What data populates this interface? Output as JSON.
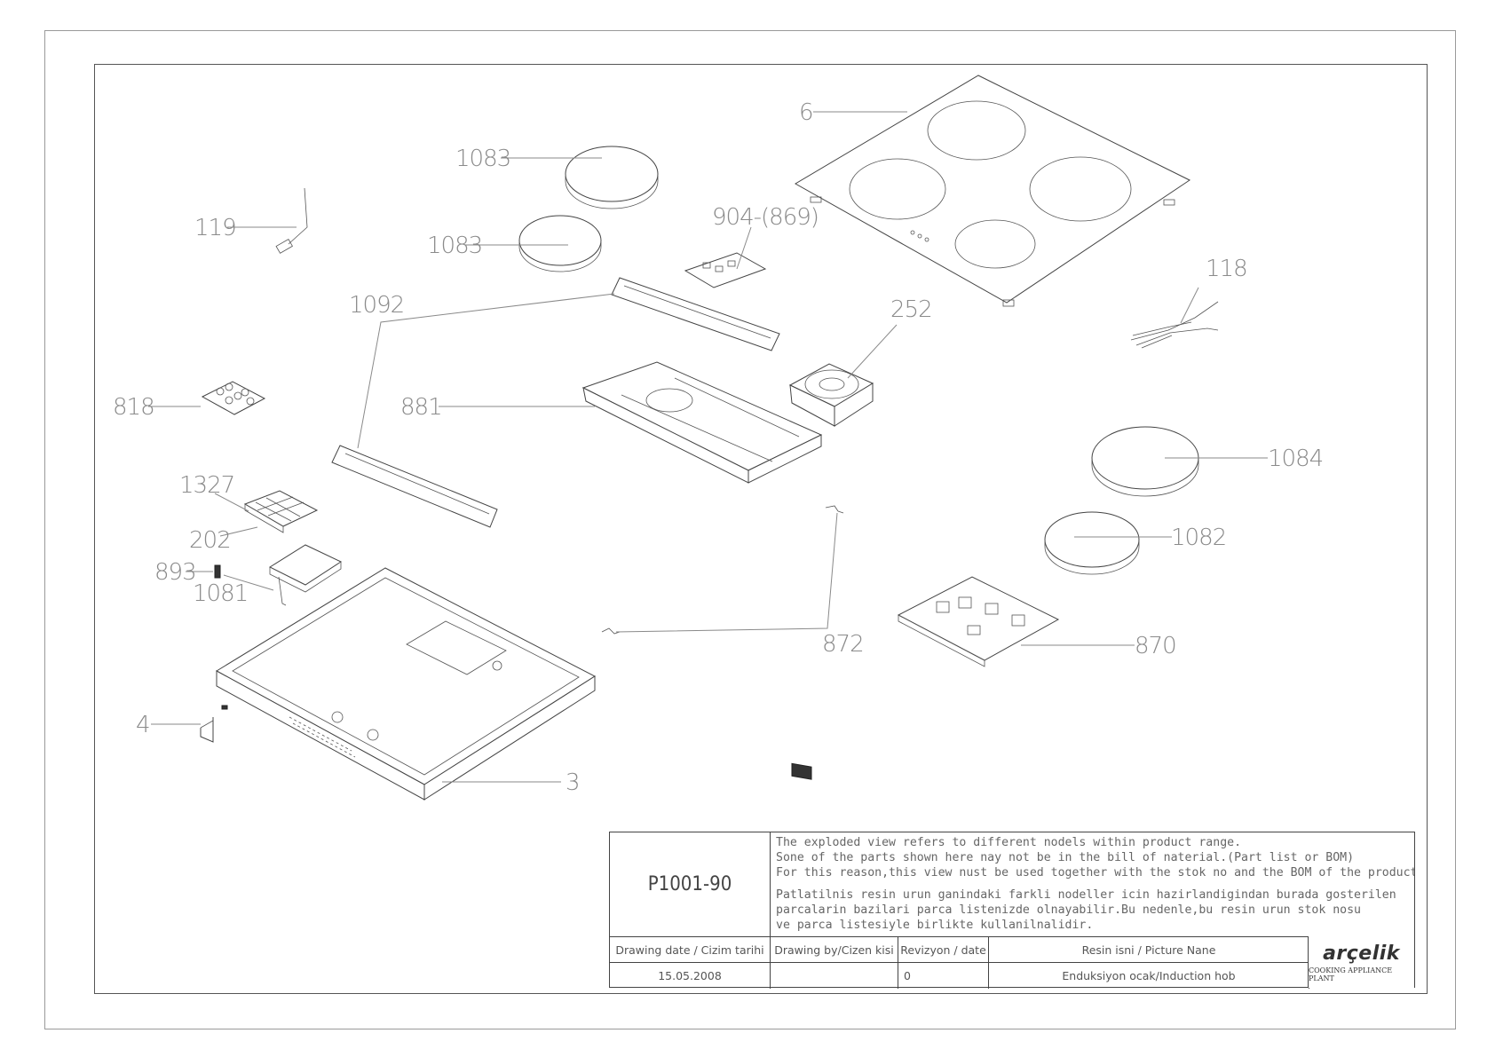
{
  "callouts": {
    "c6": "6",
    "c1083a": "1083",
    "c1083b": "1083",
    "c904": "904-(869)",
    "c119": "119",
    "c1092": "1092",
    "c252": "252",
    "c118": "118",
    "c818": "818",
    "c881": "881",
    "c1084": "1084",
    "c1327": "1327",
    "c202": "202",
    "c1082": "1082",
    "c893": "893",
    "c1081": "1081",
    "c872": "872",
    "c870": "870",
    "c4": "4",
    "c3": "3"
  },
  "title_block": {
    "drawing_code": "P1001-90",
    "note_en_1": "The exploded view refers to different nodels within product range.",
    "note_en_2": "Sone of the parts shown here nay not be in the bill of naterial.(Part list or BOM)",
    "note_en_3": "For this reason,this view nust be used together with the stok no and the BOM of the product",
    "note_tr_1": "Patlatilnis resin urun ganindaki farkli nodeller icin hazirlandigindan burada gosterilen",
    "note_tr_2": "parcalarin bazilari parca listenizde olnayabilir.Bu nedenle,bu resin urun stok nosu",
    "note_tr_3": "ve parca listesiyle birlikte kullanilnalidir.",
    "hdr_date": "Drawing date / Cizim tarihi",
    "hdr_by": "Drawing by/Cizen kisi",
    "hdr_rev": "Revizyon / date",
    "hdr_name": "Resin isni / Picture Nane",
    "val_date": "15.05.2008",
    "val_by": "",
    "val_rev": "0",
    "val_name": "Enduksiyon ocak/Induction hob",
    "logo_word": "arçelik",
    "logo_sub": "COOKING APPLIANCE PLANT"
  }
}
